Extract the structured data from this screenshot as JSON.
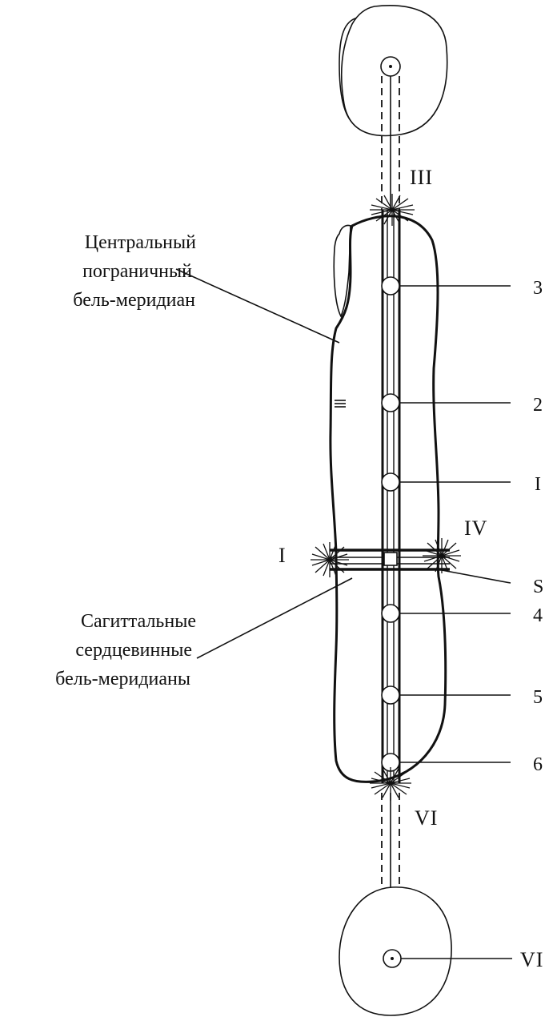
{
  "labels": {
    "central_line1": "Центральный",
    "central_line2": "пограничный",
    "central_line3": "бель-меридиан",
    "sagittal_line1": "Сагиттальные",
    "sagittal_line2": "сердцевинные",
    "sagittal_line3": "бель-меридианы"
  },
  "markers": {
    "top_star": "III",
    "left_star": "I",
    "right_star": "IV",
    "bottom_star": "VI",
    "point_3": "3",
    "point_2": "2",
    "point_1": "I",
    "point_s": "S",
    "point_4": "4",
    "point_5": "5",
    "point_6": "6",
    "bottom_point": "VI"
  }
}
